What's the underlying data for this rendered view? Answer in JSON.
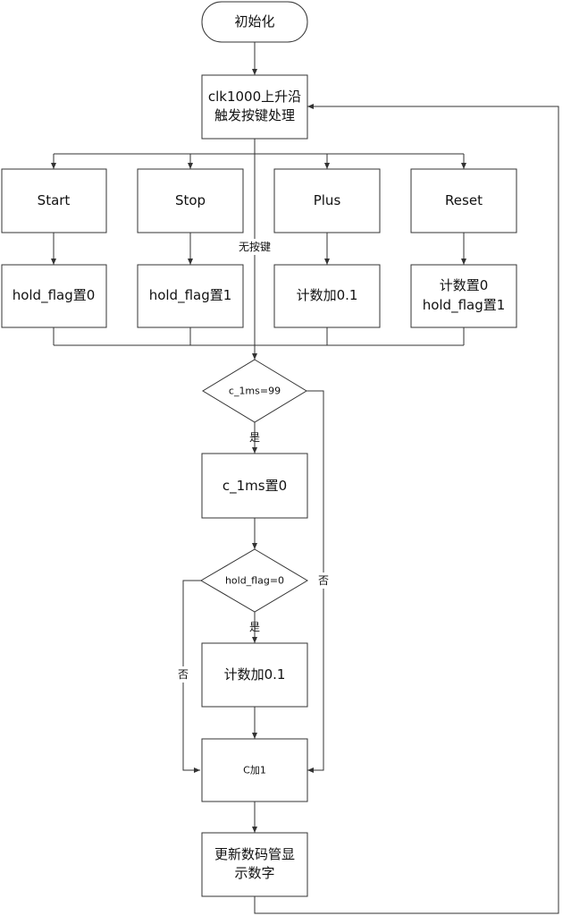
{
  "flowchart": {
    "nodes": {
      "init": "初始化",
      "trigger_line1": "clk1000上升沿",
      "trigger_line2": "触发按键处理",
      "start_key": "Start",
      "stop_key": "Stop",
      "plus_key": "Plus",
      "reset_key": "Reset",
      "start_action": "hold_flag置0",
      "stop_action": "hold_flag置1",
      "plus_action": "计数加0.1",
      "reset_action_line1": "计数置0",
      "reset_action_line2": "hold_flag置1",
      "cond_c1ms": "c_1ms=99",
      "reset_c1ms": "c_1ms置0",
      "cond_hold": "hold_flag=0",
      "count_add": "计数加0.1",
      "c_add": "C加1",
      "update_line1": "更新数码管显",
      "update_line2": "示数字"
    },
    "edge_labels": {
      "no_key": "无按键",
      "c1ms_yes": "是",
      "c1ms_no": "否",
      "hold_yes": "是",
      "hold_no": "否"
    }
  }
}
